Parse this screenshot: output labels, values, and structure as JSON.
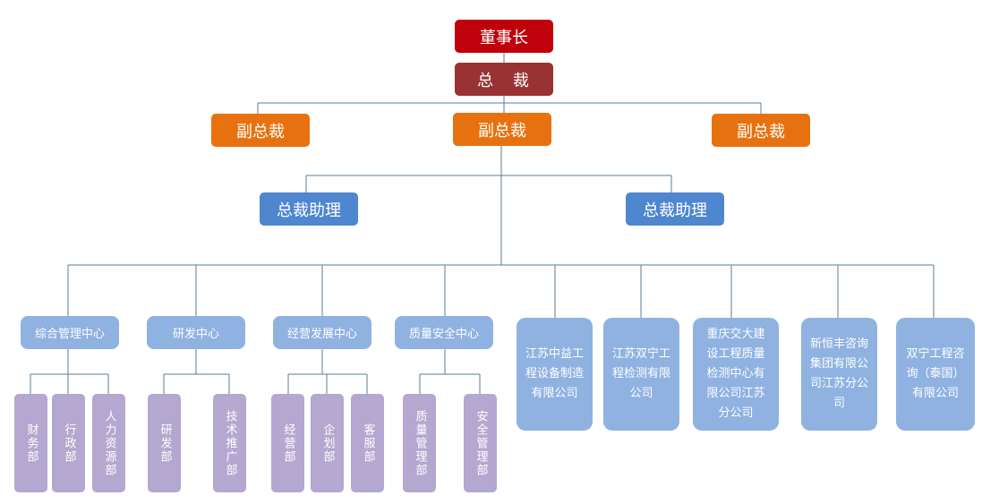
{
  "chairman": "董事长",
  "president": "总 裁",
  "vice_presidents": [
    "副总裁",
    "副总裁",
    "副总裁"
  ],
  "assistants": [
    "总裁助理",
    "总裁助理"
  ],
  "centers": [
    "综合管理中心",
    "研发中心",
    "经营发展中心",
    "质量安全中心"
  ],
  "subsidiaries": [
    "江苏中益工程设备制造有限公司",
    "江苏双宁工程检测有限公司",
    "重庆交大建设工程质量检测中心有限公司江苏分公司",
    "新恒丰咨询集团有限公司江苏分公司",
    "双宁工程咨询（泰国）有限公司"
  ],
  "departments": {
    "admin": [
      "财务部",
      "行政部",
      "人力资源部"
    ],
    "rnd": [
      "研发部",
      "技术推广部"
    ],
    "business": [
      "经营部",
      "企划部",
      "客服部"
    ],
    "quality": [
      "质量管理部",
      "安全管理部"
    ]
  },
  "colors": {
    "chairman": "#c0000b",
    "president": "#993333",
    "vice_president": "#e8710f",
    "assistant": "#4e86cf",
    "center": "#8fb2e1",
    "department": "#b4a7d0",
    "connector": "#5a7d9a"
  }
}
